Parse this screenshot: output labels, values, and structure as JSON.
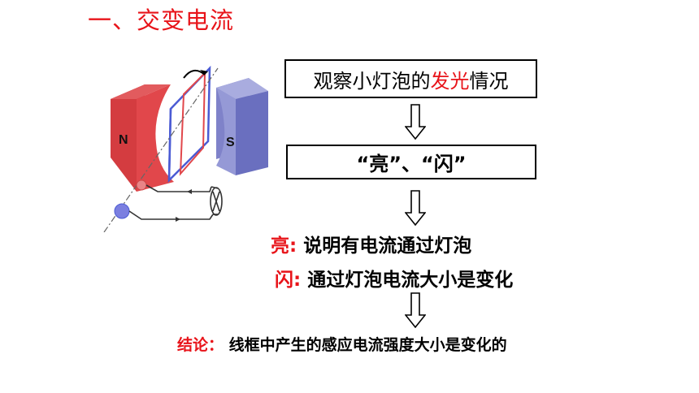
{
  "title": "一、交变电流",
  "box1": {
    "prefix": "观察小灯泡的",
    "highlight": "发光",
    "suffix": "情况"
  },
  "box2": {
    "text": "“亮”、“闪”"
  },
  "line_bright": {
    "label": "亮:",
    "text": " 说明有电流通过灯泡"
  },
  "line_flash": {
    "label": "闪:",
    "text": " 通过灯泡电流大小是变化"
  },
  "conclusion": {
    "label": "结论：",
    "text": " 线框中产生的感应电流强度大小是变化的"
  },
  "diagram": {
    "north_label": "N",
    "south_label": "S"
  }
}
